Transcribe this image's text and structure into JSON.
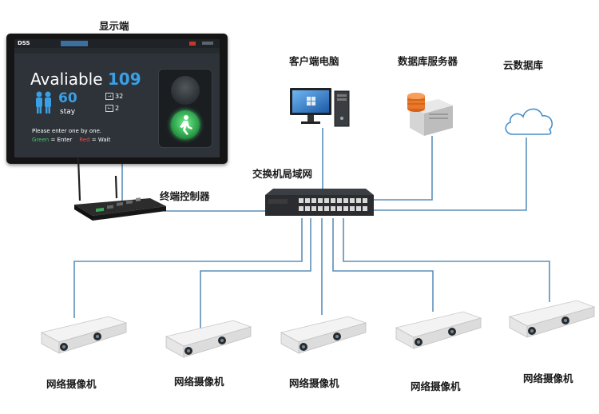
{
  "labels": {
    "display": "显示端",
    "client_pc": "客户端电脑",
    "db_server": "数据库服务器",
    "cloud_db": "云数据库",
    "switch_lan": "交换机局域网",
    "terminal_controller": "终端控制器",
    "camera": "网络摄像机"
  },
  "screen": {
    "logo": "DSS",
    "available_label": "Avaliable",
    "available_value": "109",
    "stay_value": "60",
    "stay_label": "stay",
    "enter_value": "32",
    "exit_value": "2",
    "prompt": "Please enter one by one.",
    "legend_green": "Green",
    "legend_enter": "= Enter",
    "legend_red": "Red",
    "legend_wait": "= Wait"
  },
  "colors": {
    "wire": "#5b8fb9",
    "accent_blue": "#3aa0e6",
    "green": "#3ec46d",
    "red": "#e74c4c"
  }
}
